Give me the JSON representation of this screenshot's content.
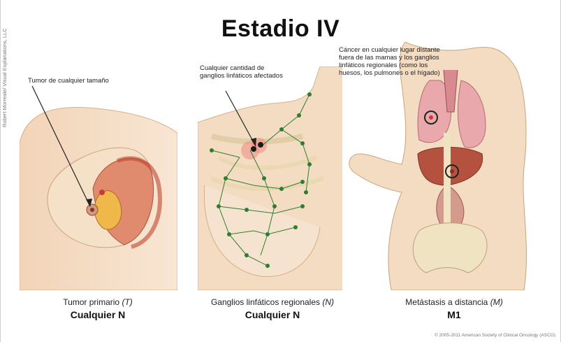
{
  "title": "Estadio IV",
  "side_credit": "Robert Morreale/ Visual Explanations, LLC",
  "panels": [
    {
      "callout": "Tumor de cualquier tamaño",
      "caption_label": "Tumor primario",
      "caption_code": "(T)",
      "caption_value": "Cualquier N"
    },
    {
      "callout": "Cualquier cantidad de ganglios linfáticos afectados",
      "caption_label": "Ganglios linfáticos regionales",
      "caption_code": "(N)",
      "caption_value": "Cualquier N"
    },
    {
      "callout": "Cáncer en cualquier lugar distante fuera de las mamas y los ganglios linfáticos regionales (como los huesos, los pulmones o el hígado)",
      "caption_label": "Metástasis a distancia",
      "caption_code": "(M)",
      "caption_value": "M1"
    }
  ],
  "copyright": "© 2005-2011 American Society of Clinical Oncology (ASCO)",
  "colors": {
    "skin": "#f4dcc3",
    "skin_shadow": "#e7c3a2",
    "muscle": "#d9695a",
    "tumor": "#c83a3a",
    "lymph": "#2e7d32",
    "lung": "#e9a9ac",
    "liver": "#b5523f",
    "bone": "#efe3c2"
  }
}
